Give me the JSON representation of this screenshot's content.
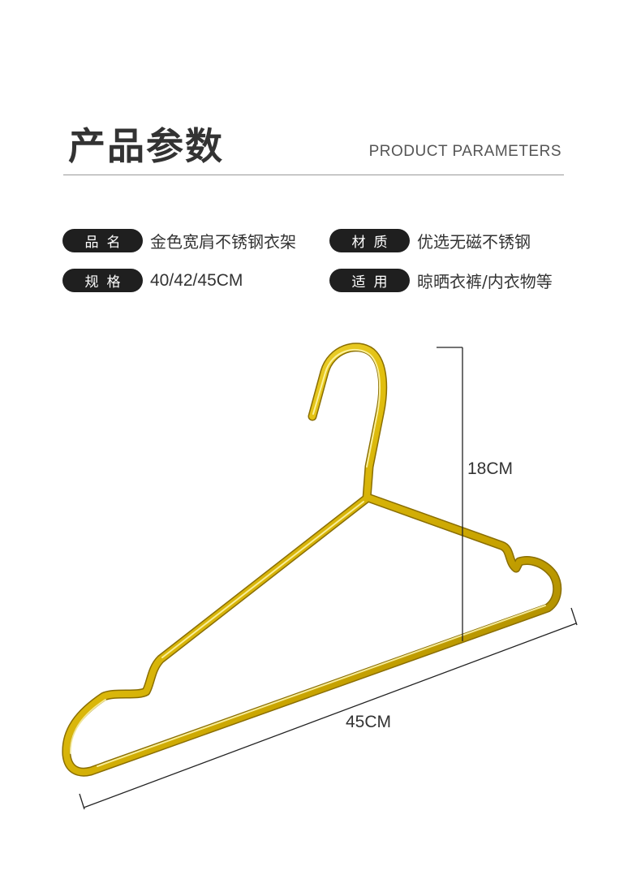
{
  "header": {
    "title_cn": "产品参数",
    "title_en": "PRODUCT PARAMETERS"
  },
  "params": [
    {
      "label": "品名",
      "value": "金色宽肩不锈钢衣架"
    },
    {
      "label": "材质",
      "value": "优选无磁不锈钢"
    },
    {
      "label": "规格",
      "value": "40/42/45CM"
    },
    {
      "label": "适用",
      "value": "晾晒衣裤/内衣物等"
    }
  ],
  "dimensions": {
    "height": "18CM",
    "width": "45CM"
  },
  "colors": {
    "gold_light": "#fff27a",
    "gold_mid": "#e2c00f",
    "gold_dark": "#9a7d00",
    "pill_bg": "#1f1f1f",
    "text": "#333333"
  }
}
